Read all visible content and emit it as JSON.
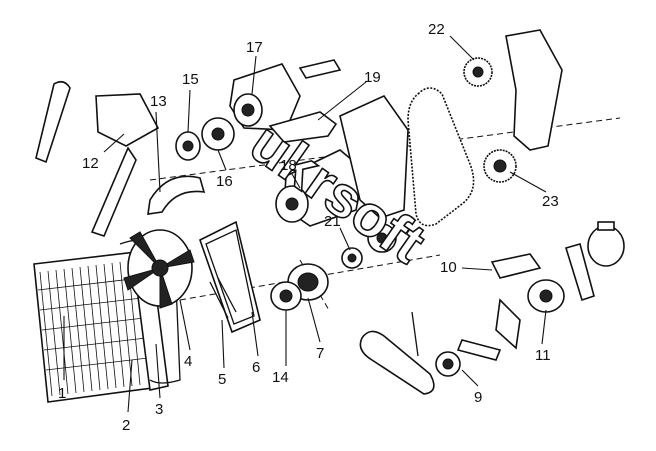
{
  "diagram": {
    "callouts": [
      "1",
      "2",
      "3",
      "4",
      "5",
      "6",
      "7",
      "9",
      "10",
      "11",
      "12",
      "13",
      "14",
      "15",
      "16",
      "17",
      "18",
      "19",
      "21",
      "22",
      "23"
    ]
  },
  "watermark": {
    "text": "ukrsoft"
  }
}
